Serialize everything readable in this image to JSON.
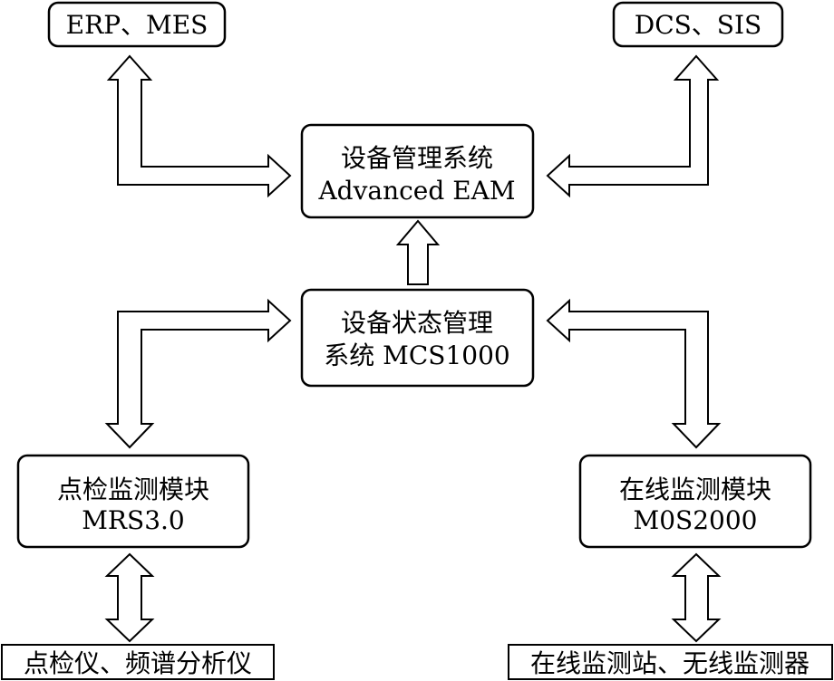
{
  "nodes": {
    "erp_mes": {
      "lines": [
        "ERP、MES"
      ]
    },
    "dcs_sis": {
      "lines": [
        "DCS、SIS"
      ]
    },
    "eam": {
      "lines": [
        "设备管理系统",
        "Advanced EAM"
      ]
    },
    "mcs": {
      "lines": [
        "设备状态管理",
        "系统 MCS1000"
      ]
    },
    "mrs": {
      "lines": [
        "点检监测模块",
        "MRS3.0"
      ]
    },
    "mos": {
      "lines": [
        "在线监测模块",
        "M0S2000"
      ]
    },
    "instruments": {
      "lines": [
        "点检仪、频谱分析仪"
      ]
    },
    "stations": {
      "lines": [
        "在线监测站、无线监测器"
      ]
    }
  },
  "colors": {
    "line": "#000000",
    "fill": "#ffffff"
  }
}
